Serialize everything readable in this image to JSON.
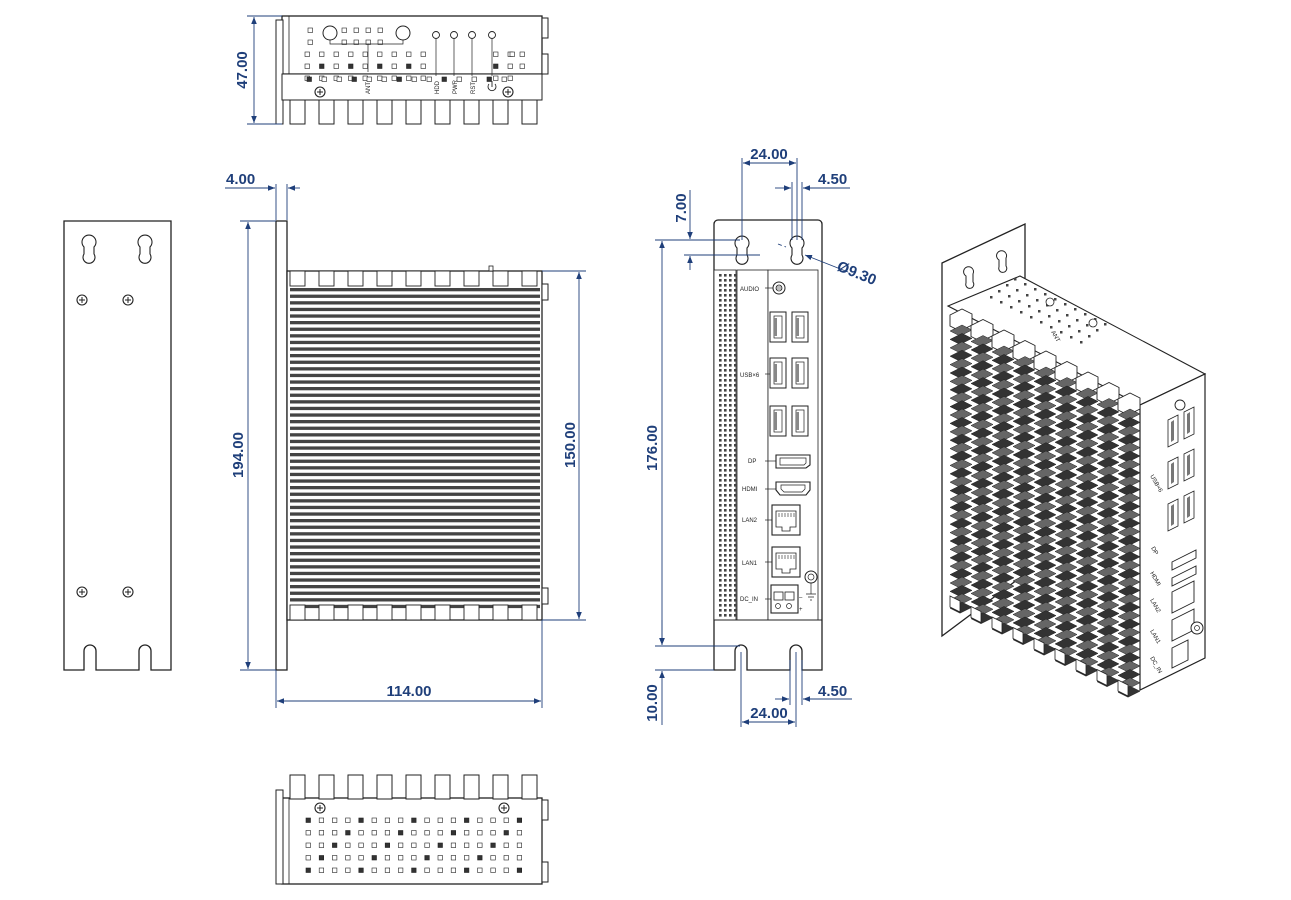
{
  "colors": {
    "dimension": "#1f3f7a",
    "outline": "#222222",
    "fill": "#ffffff"
  },
  "dimensions": {
    "top_height": "47.00",
    "plate_thickness": "4.00",
    "overall_height": "194.00",
    "fin_height": "150.00",
    "overall_depth": "114.00",
    "hole_spacing_top": "24.00",
    "hole_offset_top": "4.50",
    "hole_vertical": "7.00",
    "hole_diameter": "Ø9.30",
    "slot_height": "176.00",
    "slot_depth": "10.00",
    "hole_spacing_bottom": "24.00",
    "hole_offset_bottom": "4.50"
  },
  "top_view": {
    "labels": {
      "ant": "ANT",
      "hdd": "HDD",
      "pwr": "PWR",
      "rst": "RST"
    }
  },
  "front_view": {
    "labels": {
      "audio": "AUDIO",
      "usb": "USB×6",
      "dp": "DP",
      "hdmi": "HDMI",
      "lan2": "LAN2",
      "lan1": "LAN1",
      "dc_in": "DC_IN"
    }
  },
  "iso_view": {
    "labels": {
      "ant": "ANT",
      "usb": "USB×6",
      "dp": "DP",
      "hdmi": "HDMI",
      "lan2": "LAN2",
      "lan1": "LAN1",
      "dc_in": "DC_IN"
    }
  }
}
